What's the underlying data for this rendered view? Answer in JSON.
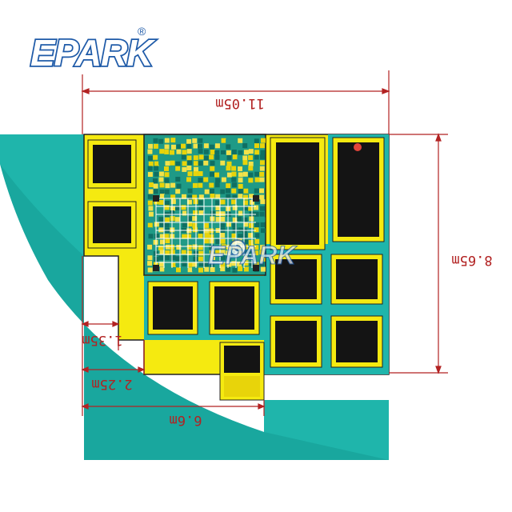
{
  "logo": {
    "text": "EPARK",
    "registered": "®",
    "color": "#1e5aa8"
  },
  "watermark": {
    "text": "EPARK"
  },
  "dimensions": {
    "width_total": "11.05m",
    "height_total": "8.65m",
    "step_1": "1.35m",
    "step_2": "2.25m",
    "step_3": "6.6m"
  },
  "colors": {
    "yellow": "#f5ea10",
    "teal": "#1fb5ab",
    "dark_teal": "#128a83",
    "black_pad": "#141414",
    "dimension_line": "#b22222",
    "foam_green": "#1f9a86",
    "foam_yellow": "#e8d40a"
  },
  "icons": [
    "registered-icon",
    "eye-logo-icon"
  ]
}
